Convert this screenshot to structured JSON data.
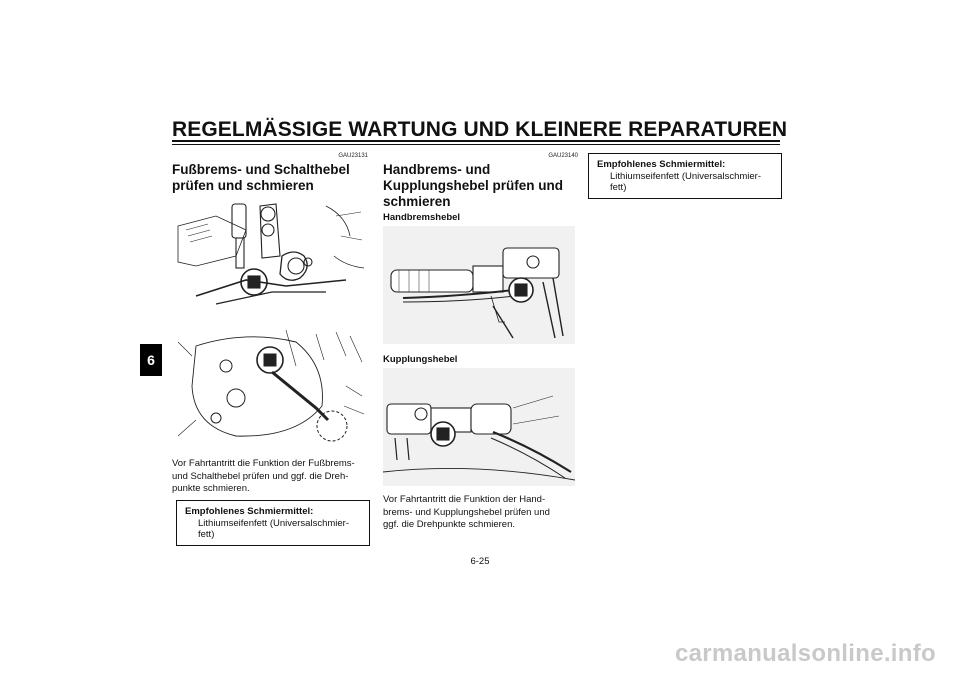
{
  "header": {
    "title": "REGELMÄSSIGE WARTUNG UND KLEINERE REPARATUREN",
    "chapter": "6"
  },
  "col1": {
    "code": "GAU23131",
    "heading_line1": "Fußbrems- und Schalthebel",
    "heading_line2": "prüfen und schmieren",
    "text_lines": [
      "Vor Fahrtantritt die Funktion der Fußbrems-",
      "und Schalthebel prüfen und ggf. die Dreh-",
      "punkte schmieren."
    ],
    "box": {
      "title": "Empfohlenes Schmiermittel:",
      "line1": "Lithiumseifenfett (Universalschmier-",
      "line2": "fett)"
    }
  },
  "col2": {
    "code": "GAU23140",
    "heading_line1": "Handbrems- und",
    "heading_line2": "Kupplungshebel prüfen und",
    "heading_line3": "schmieren",
    "sub1": "Handbremshebel",
    "sub2": "Kupplungshebel",
    "text_lines": [
      "Vor Fahrtantritt die Funktion der Hand-",
      "brems- und Kupplungshebel prüfen und",
      "ggf. die Drehpunkte schmieren."
    ]
  },
  "col3": {
    "box": {
      "title": "Empfohlenes Schmiermittel:",
      "line1": "Lithiumseifenfett (Universalschmier-",
      "line2": "fett)"
    }
  },
  "page_number": "6-25",
  "footer": "carmanualsonline.info"
}
